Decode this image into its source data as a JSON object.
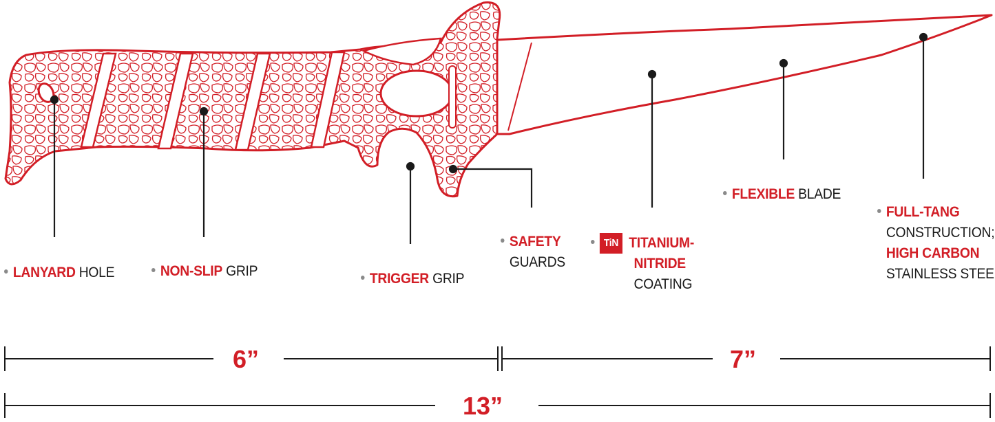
{
  "colors": {
    "accent": "#d21e26",
    "text": "#1a1a1a",
    "bullet": "#8a8a8a",
    "leader": "#1a1a1a"
  },
  "callouts": {
    "lanyard": {
      "red": "LANYARD",
      "black": "HOLE"
    },
    "nonslip": {
      "red": "NON-SLIP",
      "black": "GRIP"
    },
    "trigger": {
      "red": "TRIGGER",
      "black": "GRIP"
    },
    "safety": {
      "red": "SAFETY",
      "black": "GUARDS"
    },
    "tin": {
      "badge": "TiN",
      "red1": "TITANIUM-",
      "red2": "NITRIDE",
      "black": "COATING"
    },
    "flexible": {
      "red": "FLEXIBLE",
      "black": "BLADE"
    },
    "fulltang": {
      "red1": "FULL-TANG",
      "black1": "CONSTRUCTION;",
      "red2": "HIGH CARBON",
      "black2": "STAINLESS STEEL"
    }
  },
  "dimensions": {
    "handle": "6”",
    "blade": "7”",
    "total": "13”"
  }
}
